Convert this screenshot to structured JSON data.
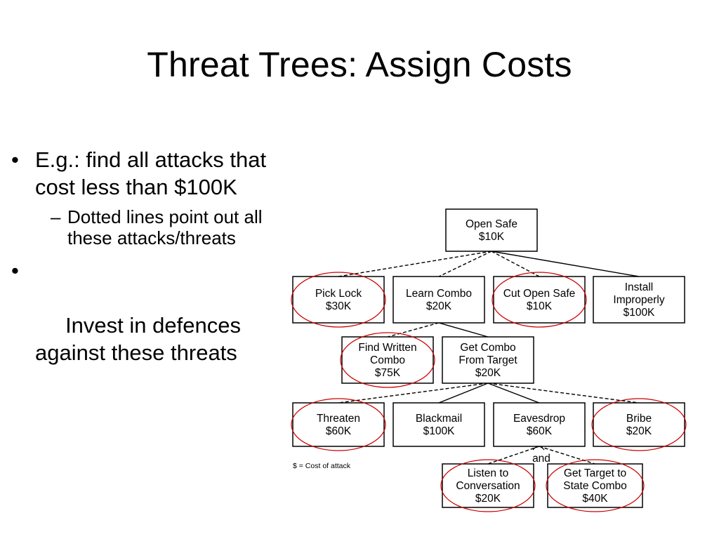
{
  "slide": {
    "title": "Threat Trees: Assign Costs",
    "bullets": [
      "E.g.: find all attacks that cost less than $100K",
      "Dotted lines point out all these attacks/threats",
      " Invest in defences against these threats"
    ]
  },
  "tree": {
    "nodes": [
      {
        "id": "open-safe",
        "lines": [
          "Open Safe",
          "$10K"
        ],
        "circled": false
      },
      {
        "id": "pick-lock",
        "lines": [
          "Pick Lock",
          "$30K"
        ],
        "circled": true
      },
      {
        "id": "learn-combo",
        "lines": [
          "Learn Combo",
          "$20K"
        ],
        "circled": false
      },
      {
        "id": "cut-open-safe",
        "lines": [
          "Cut Open Safe",
          "$10K"
        ],
        "circled": true
      },
      {
        "id": "install-improperly",
        "lines": [
          "Install",
          "Improperly",
          "$100K"
        ],
        "circled": false
      },
      {
        "id": "find-written-combo",
        "lines": [
          "Find Written",
          "Combo",
          "$75K"
        ],
        "circled": true
      },
      {
        "id": "get-combo-from-target",
        "lines": [
          "Get Combo",
          "From Target",
          "$20K"
        ],
        "circled": false
      },
      {
        "id": "threaten",
        "lines": [
          "Threaten",
          "$60K"
        ],
        "circled": true
      },
      {
        "id": "blackmail",
        "lines": [
          "Blackmail",
          "$100K"
        ],
        "circled": false
      },
      {
        "id": "eavesdrop",
        "lines": [
          "Eavesdrop",
          "$60K"
        ],
        "circled": false
      },
      {
        "id": "bribe",
        "lines": [
          "Bribe",
          "$20K"
        ],
        "circled": true
      },
      {
        "id": "listen-to-conversation",
        "lines": [
          "Listen to",
          "Conversation",
          "$20K"
        ],
        "circled": true
      },
      {
        "id": "get-target-to-state-combo",
        "lines": [
          "Get Target to",
          "State Combo",
          "$40K"
        ],
        "circled": true
      }
    ],
    "edges": [
      {
        "from": "open-safe",
        "to": "pick-lock",
        "dotted": true
      },
      {
        "from": "open-safe",
        "to": "learn-combo",
        "dotted": true
      },
      {
        "from": "open-safe",
        "to": "cut-open-safe",
        "dotted": true
      },
      {
        "from": "open-safe",
        "to": "install-improperly",
        "dotted": false
      },
      {
        "from": "learn-combo",
        "to": "find-written-combo",
        "dotted": true
      },
      {
        "from": "learn-combo",
        "to": "get-combo-from-target",
        "dotted": false
      },
      {
        "from": "get-combo-from-target",
        "to": "threaten",
        "dotted": true
      },
      {
        "from": "get-combo-from-target",
        "to": "blackmail",
        "dotted": false
      },
      {
        "from": "get-combo-from-target",
        "to": "eavesdrop",
        "dotted": false
      },
      {
        "from": "get-combo-from-target",
        "to": "bribe",
        "dotted": true
      },
      {
        "from": "eavesdrop",
        "to": "listen-to-conversation",
        "dotted": true
      },
      {
        "from": "eavesdrop",
        "to": "get-target-to-state-combo",
        "dotted": true
      }
    ],
    "and_label": "and",
    "legend": "$ = Cost of attack",
    "circle_color": "#cc0000"
  }
}
